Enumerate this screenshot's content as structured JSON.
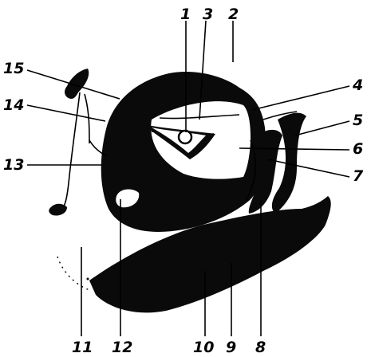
{
  "figure": {
    "ink_color": "#0a0a0a",
    "background_color": "#ffffff",
    "labels": [
      {
        "id": "l1",
        "text": "1"
      },
      {
        "id": "l2",
        "text": "2"
      },
      {
        "id": "l3",
        "text": "3"
      },
      {
        "id": "l4",
        "text": "4"
      },
      {
        "id": "l5",
        "text": "5"
      },
      {
        "id": "l6",
        "text": "6"
      },
      {
        "id": "l7",
        "text": "7"
      },
      {
        "id": "l8",
        "text": "8"
      },
      {
        "id": "l9",
        "text": "9"
      },
      {
        "id": "l10",
        "text": "10"
      },
      {
        "id": "l11",
        "text": "11"
      },
      {
        "id": "l12",
        "text": "12"
      },
      {
        "id": "l13",
        "text": "13"
      },
      {
        "id": "l14",
        "text": "14"
      },
      {
        "id": "l15",
        "text": "15"
      }
    ]
  }
}
